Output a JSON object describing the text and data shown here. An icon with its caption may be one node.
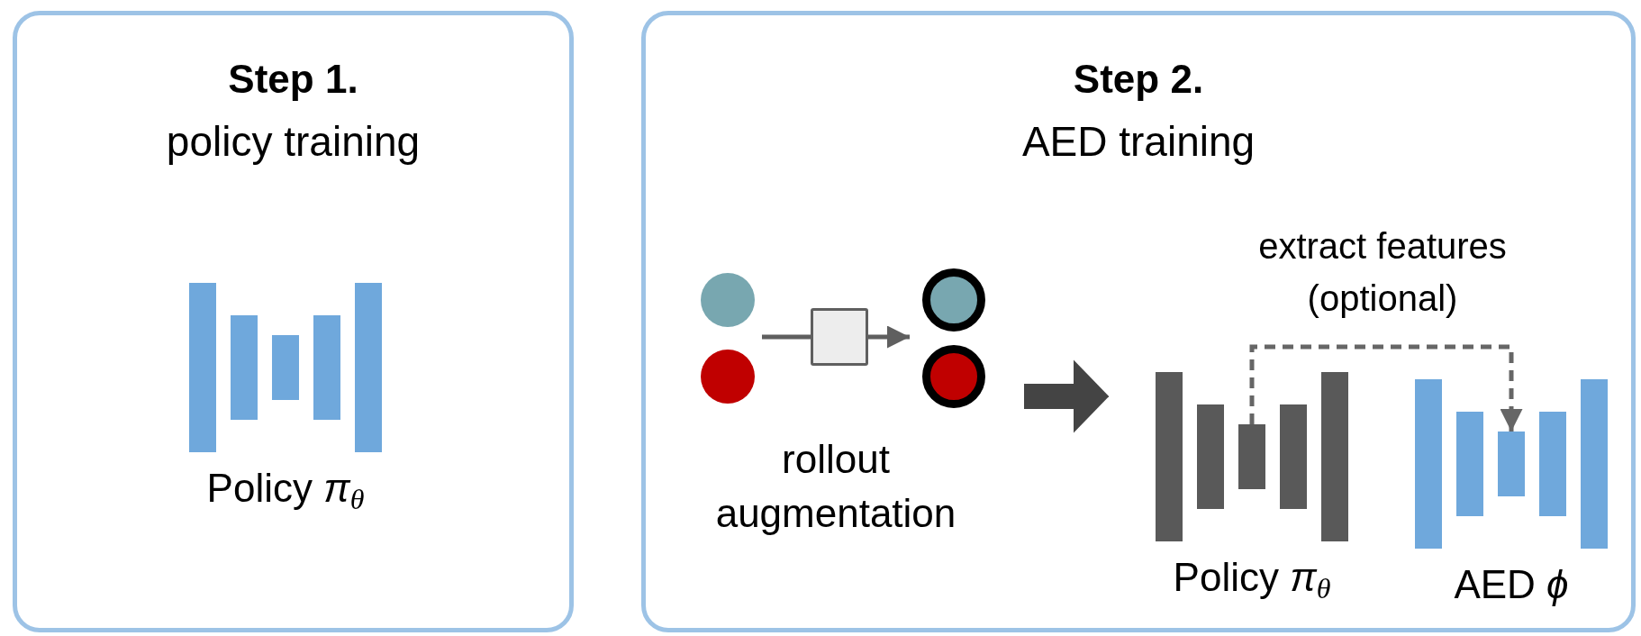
{
  "diagram": {
    "nodes": [
      {
        "text": [
          "Step 1.",
          "policy training"
        ]
      },
      {
        "text": [
          "Policy *π*$_{θ}$"
        ],
        "in": 0
      },
      {
        "text": [
          "Step 2.",
          "AED training"
        ]
      },
      {
        "text": [],
        "shape": "circle",
        "in": 2
      },
      {
        "text": [],
        "shape": "circle",
        "in": 2
      },
      {
        "text": [],
        "shape": "box",
        "in": 2
      },
      {
        "text": [],
        "shape": "circle",
        "in": 2
      },
      {
        "text": [],
        "shape": "circle",
        "in": 2
      },
      {
        "text": [
          "Policy *π*$_{θ}$"
        ],
        "in": 2
      },
      {
        "text": [
          "AED *ϕ*"
        ],
        "in": 2
      }
    ],
    "edges": [
      {
        "from": 3,
        "to": 5,
        "arrow": "none"
      },
      {
        "from": 5,
        "to": 6,
        "arrow": "to"
      },
      {
        "from": null,
        "to": 8,
        "arrow": "to",
        "style": "thick",
        "color": "#444444"
      },
      {
        "from": 8,
        "to": 9,
        "arrow": "to",
        "style": "dashed",
        "label": "extract features (optional)"
      }
    ],
    "labels": [
      "rollout augmentation"
    ]
  }
}
